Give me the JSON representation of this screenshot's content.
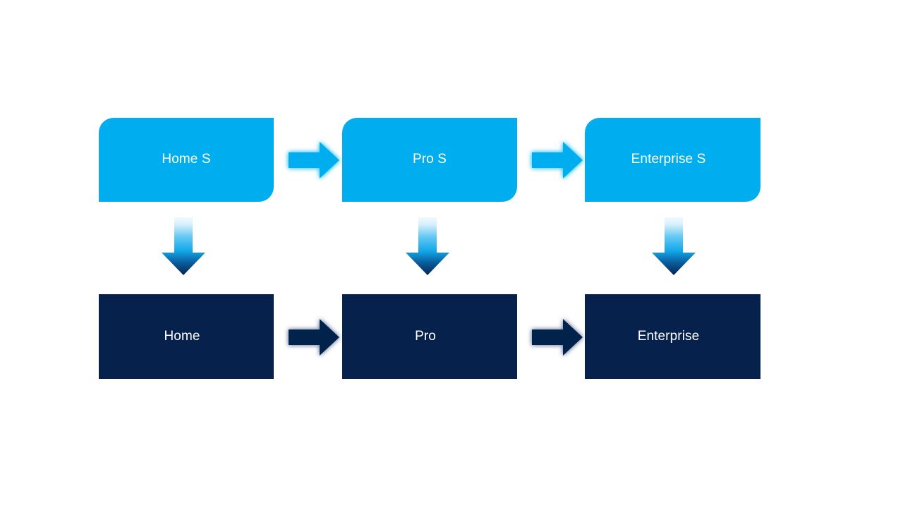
{
  "slide": {
    "background_color": "#FFFFFF",
    "title": "",
    "type": "process-flow-diagram"
  },
  "palette": {
    "cyan": "#00AEEF",
    "navy": "#06214C",
    "gradient_top": "#EAF7FD",
    "gradient_mid": "#12B0EE",
    "gradient_bottom": "#062350",
    "label_text": "#FFFFFF"
  },
  "diagram": {
    "rows": [
      {
        "row_name": "editions-s-row",
        "style": "cyan-round-diagonal-box",
        "nodes": [
          {
            "id": "home-s",
            "label": "Home S"
          },
          {
            "id": "pro-s",
            "label": "Pro S"
          },
          {
            "id": "enterprise-s",
            "label": "Enterprise S"
          }
        ],
        "connectors": [
          {
            "id": "home-s-to-pro-s",
            "type": "arrow-right",
            "color": "#00AEEF"
          },
          {
            "id": "pro-s-to-enterprise-s",
            "type": "arrow-right",
            "color": "#00AEEF"
          }
        ]
      },
      {
        "row_name": "editions-row",
        "style": "navy-rectangle-box",
        "nodes": [
          {
            "id": "home",
            "label": "Home"
          },
          {
            "id": "pro",
            "label": "Pro"
          },
          {
            "id": "enterprise",
            "label": "Enterprise"
          }
        ],
        "connectors": [
          {
            "id": "home-to-pro",
            "type": "arrow-right",
            "color": "#06214C"
          },
          {
            "id": "pro-to-enterprise",
            "type": "arrow-right",
            "color": "#06214C"
          }
        ]
      }
    ],
    "vertical_connectors": [
      {
        "id": "home-s-to-home",
        "type": "arrow-down",
        "style": "gradient"
      },
      {
        "id": "pro-s-to-pro",
        "type": "arrow-down",
        "style": "gradient"
      },
      {
        "id": "enterprise-s-to-enterprise",
        "type": "arrow-down",
        "style": "gradient"
      }
    ]
  }
}
